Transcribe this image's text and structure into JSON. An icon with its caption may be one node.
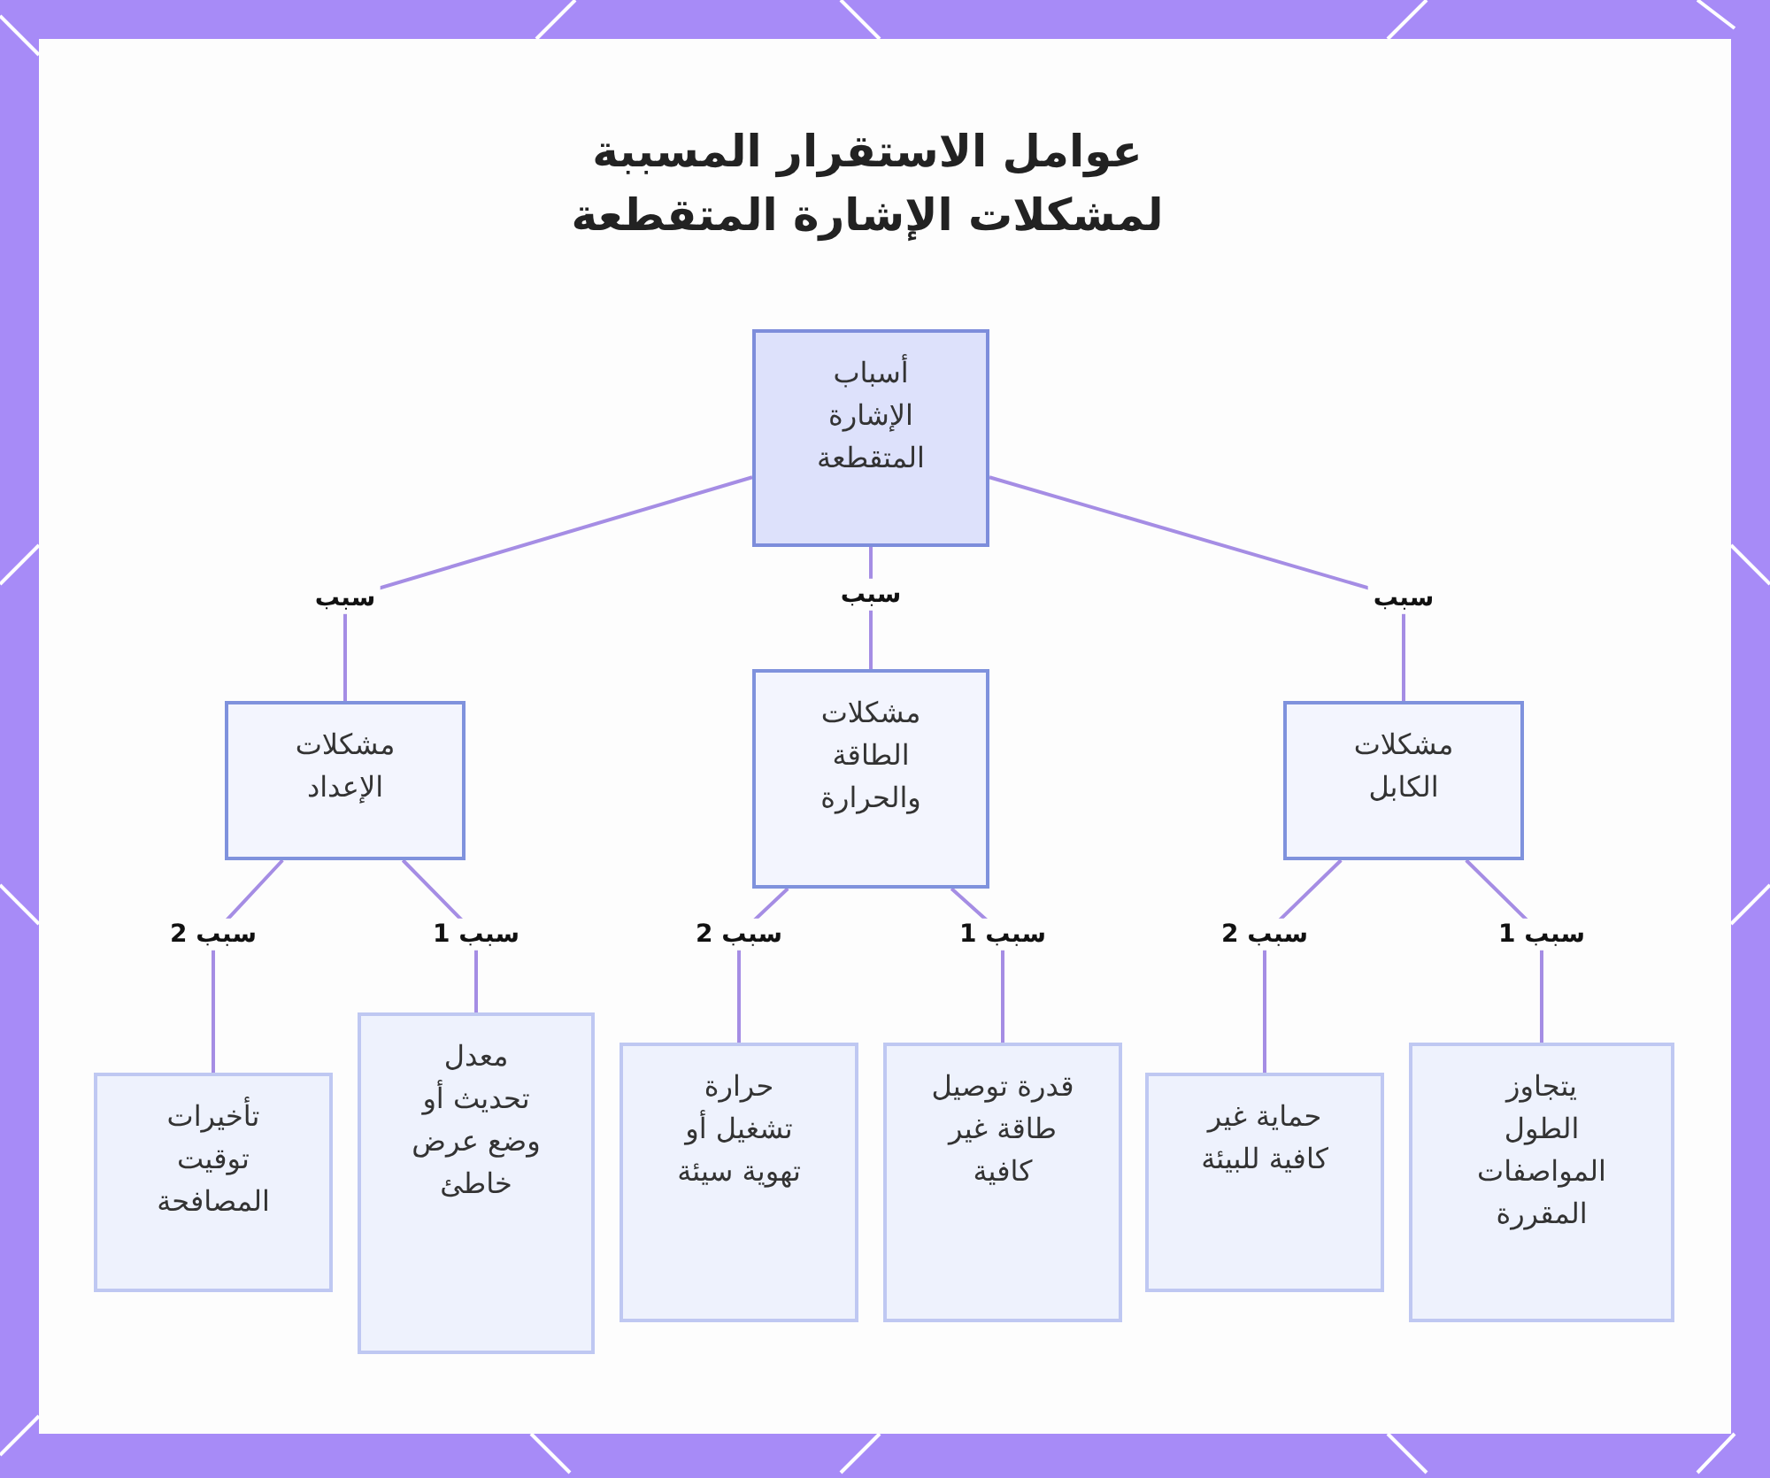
{
  "diagram": {
    "title": "عوامل الاستقرار المسببة لمشكلات الإشارة المتقطعة",
    "nodes": [
      {
        "text": [
          "أسباب الإشارة المتقطعة"
        ]
      },
      {
        "text": [
          "مشكلات الإعداد"
        ]
      },
      {
        "text": [
          "مشكلات الطاقة والحرارة"
        ]
      },
      {
        "text": [
          "مشكلات الكابل"
        ]
      },
      {
        "text": [
          "تأخيرات توقيت المصافحة"
        ]
      },
      {
        "text": [
          "معدل تحديث أو وضع عرض خاطئ"
        ]
      },
      {
        "text": [
          "حرارة تشغيل أو تهوية سيئة"
        ]
      },
      {
        "text": [
          "قدرة توصيل طاقة غير كافية"
        ]
      },
      {
        "text": [
          "حماية غير كافية للبيئة"
        ]
      },
      {
        "text": [
          "يتجاوز الطول المواصفات المقررة"
        ]
      }
    ],
    "edges": [
      {
        "from": 0,
        "to": 1,
        "arrow": "none",
        "label": "سبب"
      },
      {
        "from": 0,
        "to": 2,
        "arrow": "none",
        "label": "سبب"
      },
      {
        "from": 0,
        "to": 3,
        "arrow": "none",
        "label": "سبب"
      },
      {
        "from": 1,
        "to": 4,
        "arrow": "none",
        "label": "سبب 2"
      },
      {
        "from": 1,
        "to": 5,
        "arrow": "none",
        "label": "سبب 1"
      },
      {
        "from": 2,
        "to": 6,
        "arrow": "none",
        "label": "سبب 2"
      },
      {
        "from": 2,
        "to": 7,
        "arrow": "none",
        "label": "سبب 1"
      },
      {
        "from": 3,
        "to": 8,
        "arrow": "none",
        "label": "سبب 2"
      },
      {
        "from": 3,
        "to": 9,
        "arrow": "none",
        "label": "سبب 1"
      }
    ]
  }
}
